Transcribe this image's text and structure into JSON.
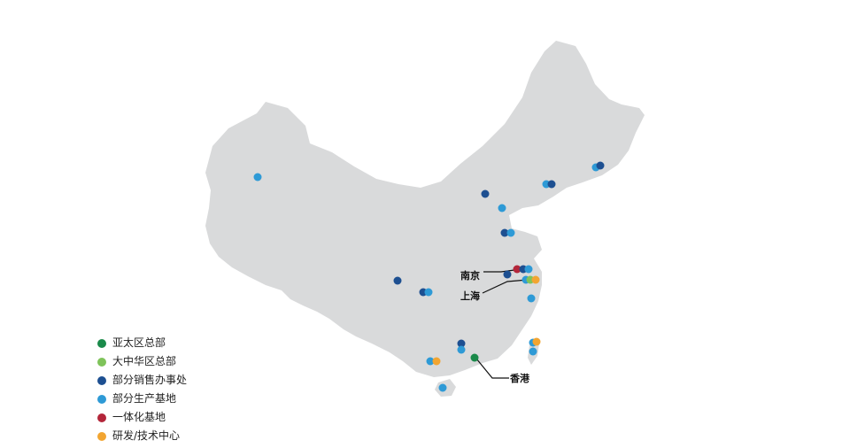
{
  "colors": {
    "land": "#d9dadb",
    "apac_hq": "#1a8a4a",
    "greater_china_hq": "#7fc35a",
    "sales_office": "#1d4f91",
    "production_base": "#2e9ad6",
    "integrated_base": "#b3263a",
    "rd_center": "#f2a531"
  },
  "legend": [
    {
      "key": "apac_hq",
      "label": "亚太区总部"
    },
    {
      "key": "greater_china_hq",
      "label": "大中华区总部"
    },
    {
      "key": "sales_office",
      "label": "部分销售办事处"
    },
    {
      "key": "production_base",
      "label": "部分生产基地"
    },
    {
      "key": "integrated_base",
      "label": "一体化基地"
    },
    {
      "key": "rd_center",
      "label": "研发/技术中心"
    }
  ],
  "cities": {
    "nanjing": "南京",
    "shanghai": "上海",
    "hongkong": "香港"
  }
}
